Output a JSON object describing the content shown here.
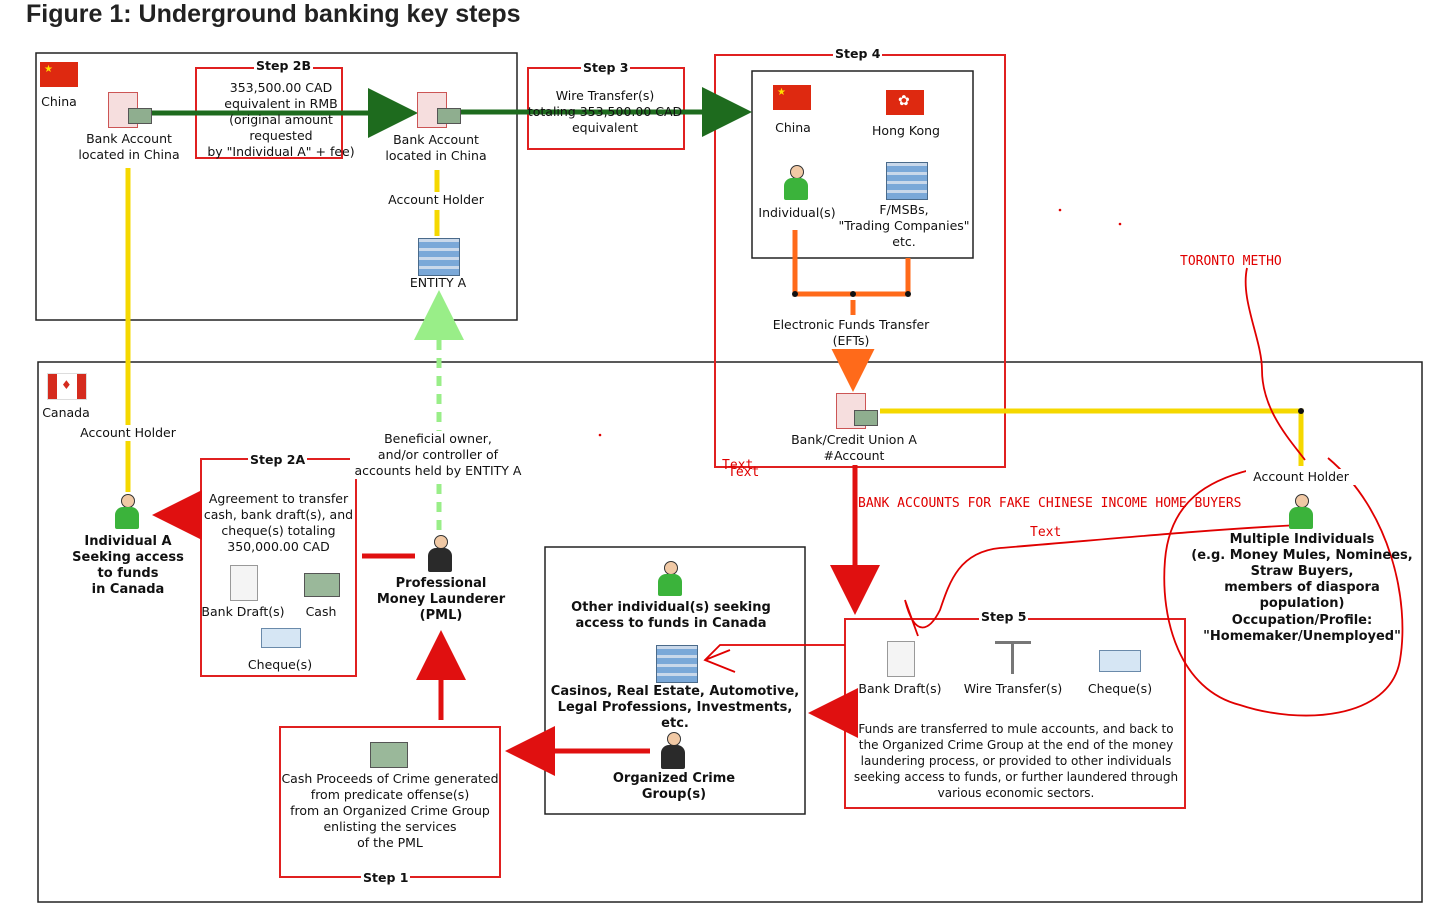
{
  "title": "Figure 1: Underground banking key steps",
  "top_region": {
    "china_flag_label": "China",
    "bank_account_1": "Bank Account\nlocated in China",
    "step2b": {
      "tag": "Step 2B",
      "text": "353,500.00 CAD\nequivalent in RMB\n(original amount requested\nby \"Individual A\" + fee)"
    },
    "bank_account_2": "Bank Account\nlocated in China",
    "account_holder": "Account Holder",
    "entity_a": "ENTITY A"
  },
  "step3": {
    "tag": "Step 3",
    "text": "Wire Transfer(s)\ntotaling 353,500.00 CAD\nequivalent"
  },
  "step4": {
    "tag": "Step 4",
    "china": "China",
    "hong_kong": "Hong Kong",
    "individuals": "Individual(s)",
    "fmsbs": "F/MSBs,\n\"Trading Companies\"\netc.",
    "eft": "Electronic Funds Transfer\n(EFTs)",
    "bank_credit_union": "Bank/Credit Union A\n#Account"
  },
  "canada_region": {
    "flag_label": "Canada",
    "account_holder_left": "Account Holder",
    "individual_a": "Individual A\nSeeking access\nto funds\nin Canada",
    "step2a": {
      "tag": "Step 2A",
      "text": "Agreement to transfer\ncash, bank draft(s), and\ncheque(s) totaling\n350,000.00 CAD",
      "bank_drafts": "Bank Draft(s)",
      "cash": "Cash",
      "cheques": "Cheque(s)"
    },
    "beneficial_owner": "Beneficial owner,\nand/or controller of\naccounts held by ENTITY A",
    "pml": "Professional\nMoney Launderer\n(PML)",
    "other_individuals": "Other individual(s) seeking\naccess to funds in Canada",
    "sectors": "Casinos, Real Estate, Automotive,\nLegal Professions, Investments, etc.",
    "organized_crime": "Organized Crime\nGroup(s)",
    "step1": {
      "tag": "Step 1",
      "text": "Cash Proceeds of Crime generated\nfrom predicate offense(s)\nfrom an Organized Crime Group\nenlisting the services\nof the PML"
    },
    "step5": {
      "tag": "Step 5",
      "bank_drafts": "Bank Draft(s)",
      "wire_transfers": "Wire Transfer(s)",
      "cheques": "Cheque(s)",
      "text": "Funds are transferred to mule accounts, and back to\nthe Organized Crime Group at the end of the money\nlaundering process, or provided to other individuals\nseeking access to funds, or further laundered through\nvarious economic sectors."
    },
    "account_holder_right": "Account Holder",
    "multiple_individuals": "Multiple Individuals\n(e.g. Money Mules, Nominees,\nStraw Buyers,\nmembers of diaspora population)",
    "occupation": "Occupation/Profile:\n\"Homemaker/Unemployed\""
  },
  "annotations": {
    "toronto": "TORONTO METHO",
    "bank_accounts_fake": "BANK ACCOUNTS FOR FAKE CHINESE INCOME HOME BUYERS",
    "text_1": "Text",
    "text_2": "Text",
    "text_3": "Text"
  },
  "colors": {
    "green_arrow": "#1e6b1e",
    "yellow_line": "#f5d800",
    "light_green_dashed": "#99ee88",
    "orange": "#ff6a1a",
    "red": "#e01010",
    "annotation_red": "#e00000",
    "box_red": "#e02020"
  }
}
